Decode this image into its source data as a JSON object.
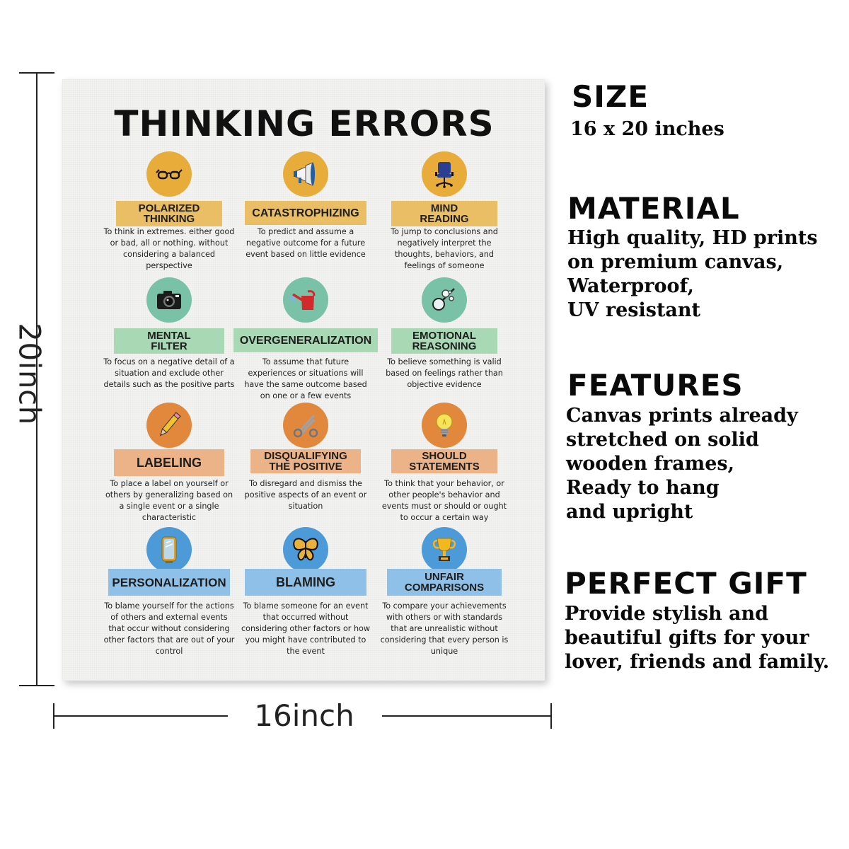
{
  "dimensions": {
    "height_label": "20inch",
    "width_label": "16inch"
  },
  "poster": {
    "title": "THINKING ERRORS",
    "items": [
      {
        "title": "POLARIZED\nTHINKING",
        "description": "To think in extremes. either good or bad, all or nothing. without considering a balanced perspective",
        "icon": "glasses-icon",
        "icon_color": "#e8ac3a",
        "banner_color": "#e9be65"
      },
      {
        "title": "CATASTROPHIZING",
        "description": "To predict and assume a negative outcome for a future event based on little evidence",
        "icon": "megaphone-icon",
        "icon_color": "#e8ac3a",
        "banner_color": "#e9be65"
      },
      {
        "title": "MIND\nREADING",
        "description": "To jump to conclusions and negatively interpret the thoughts, behaviors, and feelings of someone",
        "icon": "office-chair-icon",
        "icon_color": "#e8ac3a",
        "banner_color": "#e9be65"
      },
      {
        "title": "MENTAL\nFILTER",
        "description": "To focus on a negative detail of a situation and exclude other details such as the positive parts",
        "icon": "camera-icon",
        "icon_color": "#79c2a8",
        "banner_color": "#a8d8b4"
      },
      {
        "title": "OVERGENERALIZATION",
        "description": "To assume that future experiences or situations will have the same outcome based on one or a few events",
        "icon": "watering-can-icon",
        "icon_color": "#79c2a8",
        "banner_color": "#a8d8b4"
      },
      {
        "title": "EMOTIONAL\nREASONING",
        "description": "To believe something is valid based on feelings rather than objective evidence",
        "icon": "bubble-wand-icon",
        "icon_color": "#79c2a8",
        "banner_color": "#a8d8b4"
      },
      {
        "title": "LABELING",
        "description": "To place a label on yourself or others by generalizing based on a single event or a single characteristic",
        "icon": "pencil-icon",
        "icon_color": "#e2883c",
        "banner_color": "#ecb388"
      },
      {
        "title": "DISQUALIFYING\nTHE POSITIVE",
        "description": "To disregard and dismiss the positive aspects of an event or situation",
        "icon": "scissors-icon",
        "icon_color": "#e2883c",
        "banner_color": "#ecb388"
      },
      {
        "title": "SHOULD\nSTATEMENTS",
        "description": "To think that your behavior, or other people's behavior and events must or should or ought to occur a certain way",
        "icon": "light-bulb-icon",
        "icon_color": "#e2883c",
        "banner_color": "#ecb388"
      },
      {
        "title": "PERSONALIZATION",
        "description": "To blame yourself for the actions of others and external events that occur without considering other factors that are out of your control",
        "icon": "mirror-icon",
        "icon_color": "#4c9ad8",
        "banner_color": "#8fc1e8"
      },
      {
        "title": "BLAMING",
        "description": "To blame someone for an event that occurred without considering other factors or how you might have contributed to the event",
        "icon": "butterfly-icon",
        "icon_color": "#4c9ad8",
        "banner_color": "#8fc1e8"
      },
      {
        "title": "UNFAIR\nCOMPARISONS",
        "description": "To compare your achievements with others or with standards that are unrealistic without considering that every person is unique",
        "icon": "trophy-icon",
        "icon_color": "#4c9ad8",
        "banner_color": "#8fc1e8"
      }
    ]
  },
  "specs": {
    "size": {
      "heading": "SIZE",
      "lines": [
        "16 x 20 inches"
      ]
    },
    "material": {
      "heading": "MATERIAL",
      "lines": [
        "High quality, HD prints",
        "on premium canvas,",
        "Waterproof,",
        "UV resistant"
      ]
    },
    "features": {
      "heading": "FEATURES",
      "lines": [
        "Canvas prints already",
        "stretched on solid",
        "wooden frames,",
        "Ready to hang",
        "and upright"
      ]
    },
    "gift": {
      "heading": "PERFECT GIFT",
      "lines": [
        "Provide stylish and",
        "beautiful gifts for your",
        "lover, friends and family."
      ]
    }
  }
}
